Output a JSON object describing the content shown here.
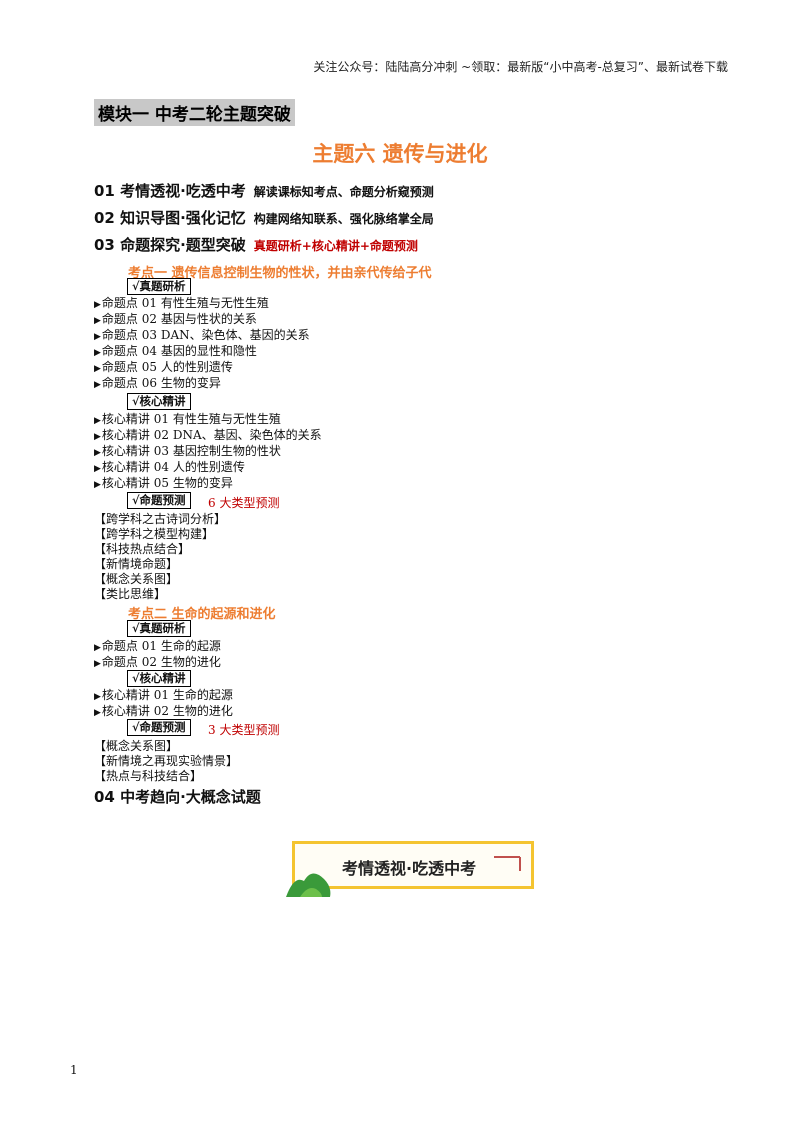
{
  "header_note": "关注公众号：陆陆高分冲刺  ~领取：最新版“小中高考-总复习”、最新试卷下载",
  "module_title": "模块一  中考二轮主题突破",
  "topic_title": "主题六  遗传与进化",
  "sections": [
    {
      "label": "01 考情透视·吃透中考",
      "desc": "解读课标知考点、命题分析窥预测"
    },
    {
      "label": "02 知识导图·强化记忆",
      "desc": "构建网络知联系、强化脉络掌全局"
    },
    {
      "label": "03 命题探究·题型突破",
      "desc": "真题研析+核心精讲+命题预测"
    },
    {
      "label": "04 中考趋向·大概念试题",
      "desc": ""
    }
  ],
  "kaodian1": {
    "title": "考点一 遗传信息控制生物的性状，并由亲代传给子代",
    "tag_yanxi": "√真题研析",
    "mingti": [
      "命题点 01  有性生殖与无性生殖",
      "命题点 02  基因与性状的关系",
      "命题点 03  DAN、染色体、基因的关系",
      "命题点 04  基因的显性和隐性",
      "命题点 05  人的性别遗传",
      "命题点 06  生物的变异"
    ],
    "tag_jingjiang": "√核心精讲",
    "jingjiang": [
      "核心精讲 01  有性生殖与无性生殖",
      "核心精讲 02  DNA、基因、染色体的关系",
      "核心精讲 03  基因控制生物的性状",
      "核心精讲 04  人的性别遗传",
      "核心精讲 05  生物的变异"
    ],
    "tag_yuce": "√命题预测",
    "yuce_count": "6 大类型预测",
    "types": [
      "【跨学科之古诗词分析】",
      "【跨学科之模型构建】",
      "【科技热点结合】",
      "【新情境命题】",
      "【概念关系图】",
      "【类比思维】"
    ]
  },
  "kaodian2": {
    "title": "考点二 生命的起源和进化",
    "tag_yanxi": "√真题研析",
    "mingti": [
      "命题点 01  生命的起源",
      "命题点 02  生物的进化"
    ],
    "tag_jingjiang": "√核心精讲",
    "jingjiang": [
      "核心精讲 01  生命的起源",
      "核心精讲 02  生物的进化"
    ],
    "tag_yuce": "√命题预测",
    "yuce_count": "3 大类型预测",
    "types": [
      "【概念关系图】",
      "【新情境之再现实验情景】",
      "【热点与科技结合】"
    ]
  },
  "banner_text": "考情透视·吃透中考",
  "page_number": "1",
  "colors": {
    "accent_orange": "#ed7d31",
    "accent_red": "#c00000",
    "banner_yellow": "#f4c430",
    "hill_green": "#3a9a3a"
  },
  "icons": {
    "bullet": "triangle-right-icon",
    "banner_decoration": "green-hills-icon"
  }
}
